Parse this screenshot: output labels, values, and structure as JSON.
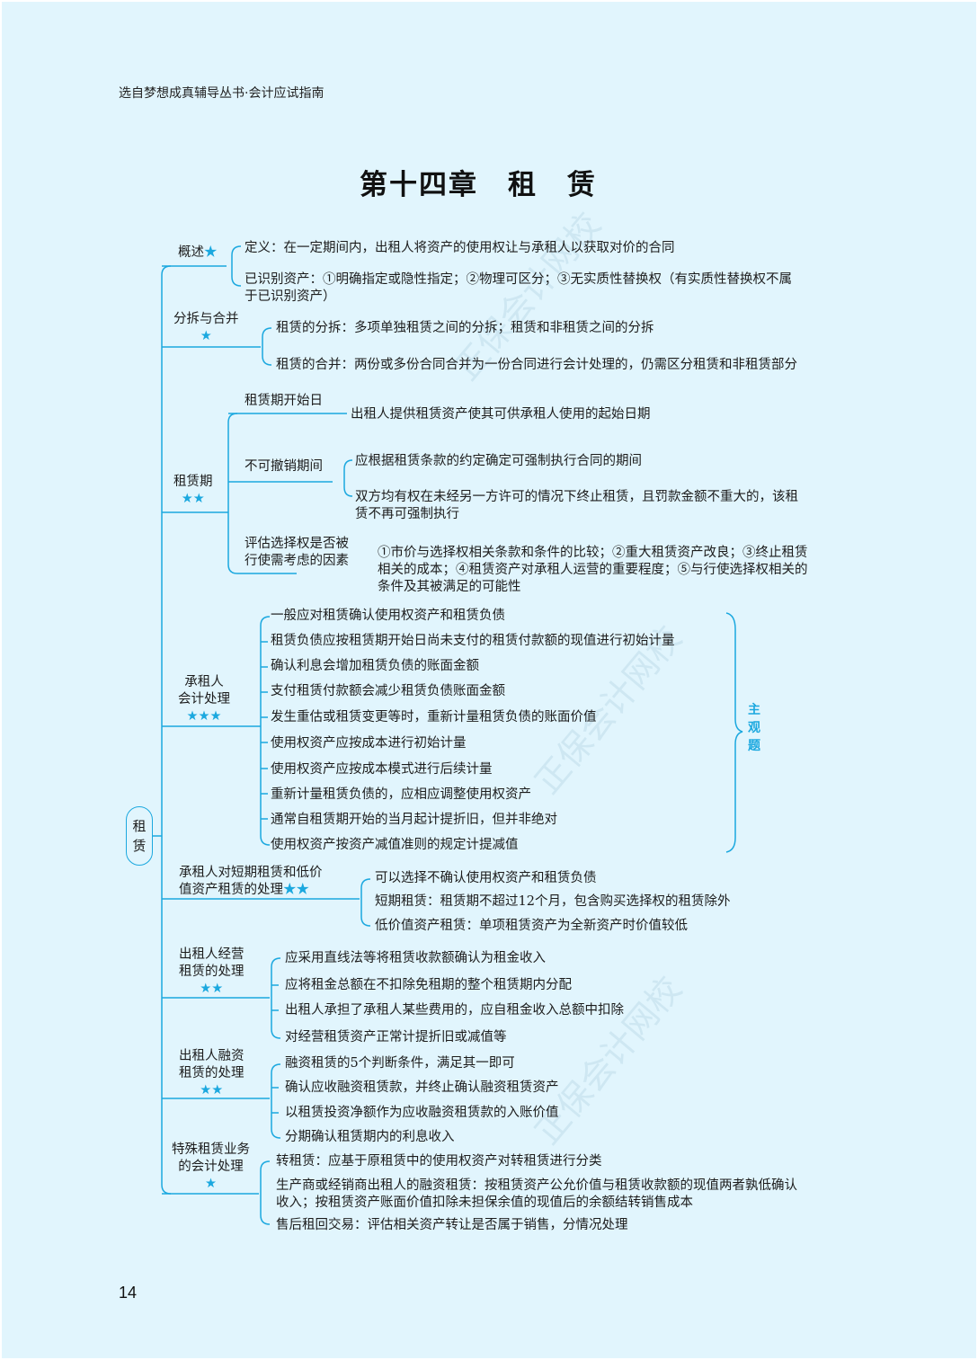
{
  "header": {
    "series": "选自梦想成真辅导丛书·会计应试指南",
    "chapter_title": "第十四章　租　赁",
    "page_number": "14"
  },
  "root": {
    "label": "租赁"
  },
  "colors": {
    "accent": "#1ba8df",
    "background": "#e1f5fd",
    "text": "#1c1c1c"
  },
  "branches": [
    {
      "label": "概述",
      "stars": "★",
      "items": [
        "定义：在一定期间内，出租人将资产的使用权让与承租人以获取对价的合同",
        "已识别资产：①明确指定或隐性指定；②物理可区分；③无实质性替换权（有实质性替换权不属",
        "于已识别资产）"
      ]
    },
    {
      "label": "分拆与合并",
      "stars": "★",
      "items": [
        "租赁的分拆：多项单独租赁之间的分拆；租赁和非租赁之间的分拆",
        "租赁的合并：两份或多份合同合并为一份合同进行会计处理的，仍需区分租赁和非租赁部分"
      ]
    },
    {
      "label": "租赁期",
      "stars": "★★",
      "sub": [
        {
          "label": "租赁期开始日",
          "items": [
            "出租人提供租赁资产使其可供承租人使用的起始日期"
          ]
        },
        {
          "label": "不可撤销期间",
          "items": [
            "应根据租赁条款的约定确定可强制执行合同的期间",
            "双方均有权在未经另一方许可的情况下终止租赁，且罚款金额不重大的，该租",
            "赁不再可强制执行"
          ]
        },
        {
          "label_lines": [
            "评估选择权是否被",
            "行使需考虑的因素"
          ],
          "items": [
            "①市价与选择权相关条款和条件的比较；②重大租赁资产改良；③终止租赁",
            "相关的成本；④租赁资产对承租人运营的重要程度；⑤与行使选择权相关的",
            "条件及其被满足的可能性"
          ]
        }
      ]
    },
    {
      "label_lines": [
        "承租人",
        "会计处理"
      ],
      "stars": "★★★",
      "items": [
        "一般应对租赁确认使用权资产和租赁负债",
        "租赁负债应按租赁期开始日尚未支付的租赁付款额的现值进行初始计量",
        "确认利息会增加租赁负债的账面金额",
        "支付租赁付款额会减少租赁负债账面金额",
        "发生重估或租赁变更等时，重新计量租赁负债的账面价值",
        "使用权资产应按成本进行初始计量",
        "使用权资产应按成本模式进行后续计量",
        "重新计量租赁负债的，应相应调整使用权资产",
        "通常自租赁期开始的当月起计提折旧，但并非绝对",
        "使用权资产按资产减值准则的规定计提减值"
      ],
      "tag": "主观题"
    },
    {
      "label_lines": [
        "承租人对短期租赁和低价",
        "值资产租赁的处理"
      ],
      "stars": "★★",
      "items": [
        "可以选择不确认使用权资产和租赁负债",
        "短期租赁：租赁期不超过12个月，包含购买选择权的租赁除外",
        "低价值资产租赁：单项租赁资产为全新资产时价值较低"
      ]
    },
    {
      "label_lines": [
        "出租人经营",
        "租赁的处理"
      ],
      "stars": "★★",
      "items": [
        "应采用直线法等将租赁收款额确认为租金收入",
        "应将租金总额在不扣除免租期的整个租赁期内分配",
        "出租人承担了承租人某些费用的，应自租金收入总额中扣除",
        "对经营租赁资产正常计提折旧或减值等"
      ]
    },
    {
      "label_lines": [
        "出租人融资",
        "租赁的处理"
      ],
      "stars": "★★",
      "items": [
        "融资租赁的5个判断条件，满足其一即可",
        "确认应收融资租赁款，并终止确认融资租赁资产",
        "以租赁投资净额作为应收融资租赁款的入账价值",
        "分期确认租赁期内的利息收入"
      ]
    },
    {
      "label_lines": [
        "特殊租赁业务",
        "的会计处理"
      ],
      "stars": "★",
      "items": [
        "转租赁：应基于原租赁中的使用权资产对转租赁进行分类",
        "生产商或经销商出租人的融资租赁：按租赁资产公允价值与租赁收款额的现值两者孰低确认",
        "收入；按租赁资产账面价值扣除未担保余值的现值后的余额结转销售成本",
        "售后租回交易：评估相关资产转让是否属于销售，分情况处理"
      ]
    }
  ]
}
